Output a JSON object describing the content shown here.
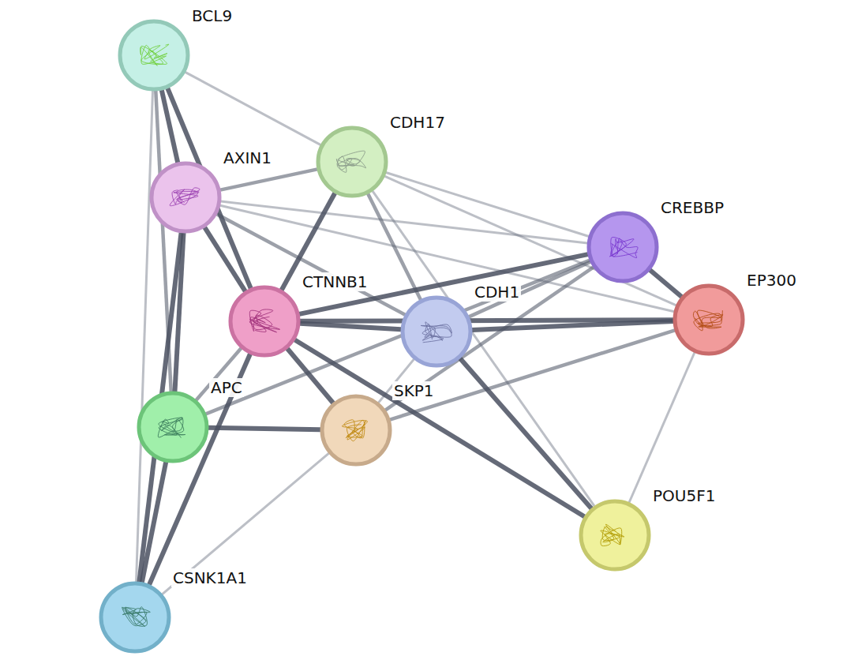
{
  "diagram": {
    "nodes": [
      {
        "text": [
          "BCL9"
        ]
      },
      {
        "text": [
          "CDH17"
        ]
      },
      {
        "text": [
          "AXIN1"
        ]
      },
      {
        "text": [
          "CREBBP"
        ]
      },
      {
        "text": [
          "CTNNB1"
        ]
      },
      {
        "text": [
          "CDH1"
        ]
      },
      {
        "text": [
          "EP300"
        ]
      },
      {
        "text": [
          "APC"
        ]
      },
      {
        "text": [
          "SKP1"
        ]
      },
      {
        "text": [
          "POU5F1"
        ]
      },
      {
        "text": [
          "CSNK1A1"
        ]
      }
    ],
    "edges": [
      {
        "from": 0,
        "to": 2,
        "arrow": "none"
      },
      {
        "from": 0,
        "to": 4,
        "arrow": "none"
      },
      {
        "from": 0,
        "to": 7,
        "arrow": "none"
      },
      {
        "from": 0,
        "to": 10,
        "arrow": "none"
      },
      {
        "from": 0,
        "to": 1,
        "arrow": "none"
      },
      {
        "from": 2,
        "to": 1,
        "arrow": "none"
      },
      {
        "from": 2,
        "to": 4,
        "arrow": "none"
      },
      {
        "from": 2,
        "to": 7,
        "arrow": "none"
      },
      {
        "from": 2,
        "to": 10,
        "arrow": "none"
      },
      {
        "from": 2,
        "to": 3,
        "arrow": "none"
      },
      {
        "from": 2,
        "to": 6,
        "arrow": "none"
      },
      {
        "from": 2,
        "to": 5,
        "arrow": "none"
      },
      {
        "from": 1,
        "to": 4,
        "arrow": "none"
      },
      {
        "from": 1,
        "to": 3,
        "arrow": "none"
      },
      {
        "from": 1,
        "to": 6,
        "arrow": "none"
      },
      {
        "from": 1,
        "to": 5,
        "arrow": "none"
      },
      {
        "from": 1,
        "to": 9,
        "arrow": "none"
      },
      {
        "from": 4,
        "to": 3,
        "arrow": "none"
      },
      {
        "from": 4,
        "to": 6,
        "arrow": "none"
      },
      {
        "from": 4,
        "to": 5,
        "arrow": "none"
      },
      {
        "from": 4,
        "to": 7,
        "arrow": "none"
      },
      {
        "from": 4,
        "to": 8,
        "arrow": "none"
      },
      {
        "from": 4,
        "to": 9,
        "arrow": "none"
      },
      {
        "from": 4,
        "to": 10,
        "arrow": "none"
      },
      {
        "from": 5,
        "to": 6,
        "arrow": "none"
      },
      {
        "from": 5,
        "to": 3,
        "arrow": "none"
      },
      {
        "from": 5,
        "to": 9,
        "arrow": "none"
      },
      {
        "from": 5,
        "to": 8,
        "arrow": "none"
      },
      {
        "from": 7,
        "to": 3,
        "arrow": "none"
      },
      {
        "from": 3,
        "to": 6,
        "arrow": "none"
      },
      {
        "from": 3,
        "to": 8,
        "arrow": "none"
      },
      {
        "from": 6,
        "to": 8,
        "arrow": "none"
      },
      {
        "from": 6,
        "to": 9,
        "arrow": "none"
      },
      {
        "from": 7,
        "to": 8,
        "arrow": "none"
      },
      {
        "from": 7,
        "to": 10,
        "arrow": "none"
      },
      {
        "from": 8,
        "to": 10,
        "arrow": "none"
      }
    ]
  }
}
